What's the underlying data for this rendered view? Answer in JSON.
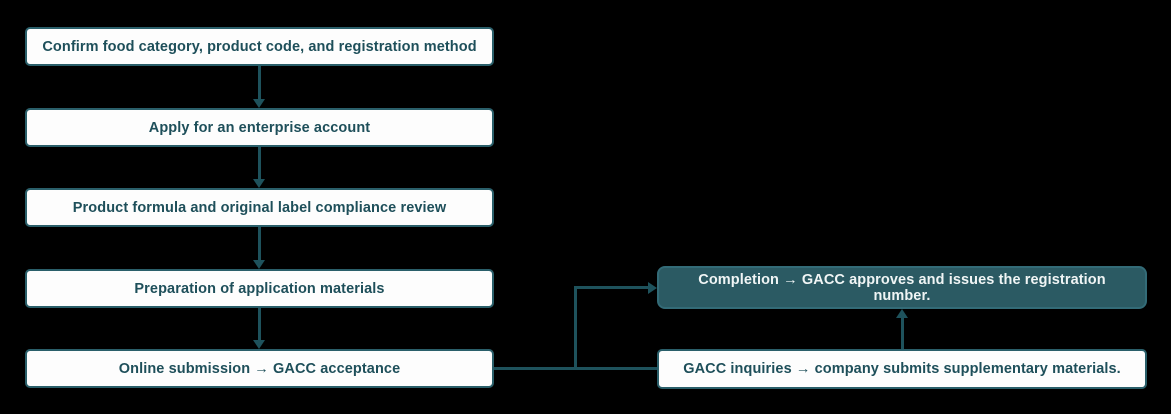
{
  "diagram": {
    "type": "flowchart",
    "background": "#000000",
    "colors": {
      "node_fill": "#fdfdfd",
      "node_border": "#2a5f6a",
      "node_text": "#1e4f5a",
      "accent_node_fill": "#2b5a63",
      "accent_node_text": "#f0f5f5",
      "connector": "#1e525c"
    },
    "nodes": [
      {
        "id": "step-1",
        "label": "Confirm food category, product code, and registration method",
        "variant": "light"
      },
      {
        "id": "step-2",
        "label": "Apply for an enterprise account",
        "variant": "light"
      },
      {
        "id": "step-3",
        "label": "Product formula and original label compliance review",
        "variant": "light"
      },
      {
        "id": "step-4",
        "label": "Preparation of application materials",
        "variant": "light"
      },
      {
        "id": "step-5",
        "label": "Online submission → GACC acceptance",
        "variant": "light"
      },
      {
        "id": "completion",
        "label": "Completion → GACC approves and issues the registration number.",
        "variant": "dark"
      },
      {
        "id": "gacc-inquiries",
        "label": "GACC inquiries → company submits supplementary materials.",
        "variant": "light"
      }
    ],
    "edges": [
      {
        "from": "step-1",
        "to": "step-2",
        "direction": "down"
      },
      {
        "from": "step-2",
        "to": "step-3",
        "direction": "down"
      },
      {
        "from": "step-3",
        "to": "step-4",
        "direction": "down"
      },
      {
        "from": "step-4",
        "to": "step-5",
        "direction": "down"
      },
      {
        "from": "step-5",
        "to": "gacc-inquiries",
        "direction": "right"
      },
      {
        "from": "step-5",
        "to": "completion",
        "direction": "right-up"
      },
      {
        "from": "gacc-inquiries",
        "to": "completion",
        "direction": "up"
      }
    ]
  }
}
